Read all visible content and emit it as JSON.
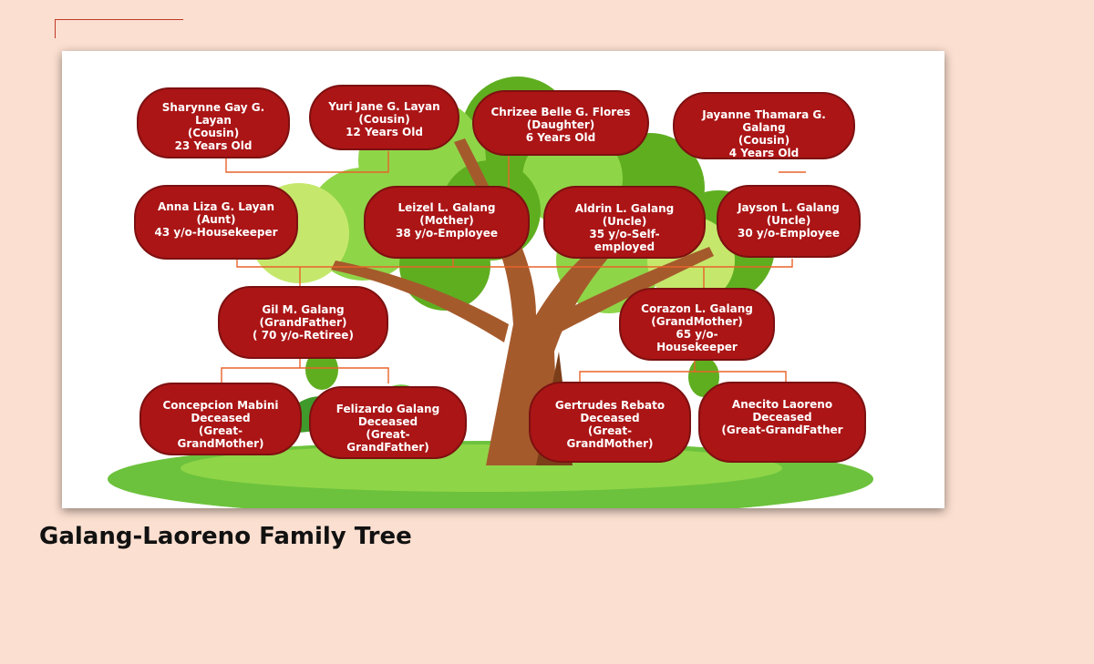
{
  "title": "Galang-Laoreno Family Tree",
  "colors": {
    "background": "#fbdfd0",
    "node_fill": "#ab1516",
    "node_border": "#7d1010",
    "connector": "#e8632b",
    "trunk": "#a55a2c",
    "foliage_dark": "#5fae20",
    "foliage_light": "#c5e86c",
    "grass": "#6cc23c"
  },
  "nodes": {
    "sharynne": {
      "name": "Sharynne Gay G.",
      "name2": "Layan",
      "relation": "(Cousin)",
      "detail": "23 Years Old"
    },
    "yuri": {
      "name": "Yuri Jane G. Layan",
      "relation": "(Cousin)",
      "detail": "12 Years Old"
    },
    "chrizee": {
      "name": "Chrizee Belle G. Flores",
      "relation": "(Daughter)",
      "detail": "6 Years Old"
    },
    "jayanne": {
      "name": "Jayanne Thamara G.",
      "name2": "Galang",
      "relation": "(Cousin)",
      "detail": "4 Years Old"
    },
    "anna": {
      "name": "Anna Liza G. Layan",
      "relation": "(Aunt)",
      "detail": "43 y/o-Housekeeper"
    },
    "leizel": {
      "name": "Leizel L. Galang",
      "relation": "(Mother)",
      "detail": "38 y/o-Employee"
    },
    "aldrin": {
      "name": "Aldrin L. Galang",
      "relation": "(Uncle)",
      "detail": "35 y/o-Self-",
      "detail2": "employed"
    },
    "jayson": {
      "name": "Jayson L. Galang",
      "relation": "(Uncle)",
      "detail": "30 y/o-Employee"
    },
    "gil": {
      "name": "Gil M. Galang",
      "relation": "(GrandFather)",
      "detail": "( 70 y/o-Retiree)"
    },
    "corazon": {
      "name": "Corazon L. Galang",
      "relation": "(GrandMother)",
      "detail": "65 y/o-",
      "detail2": "Housekeeper"
    },
    "concepcion": {
      "name": "Concepcion Mabini",
      "relation": "Deceased",
      "detail": "(Great-",
      "detail2": "GrandMother)"
    },
    "felizardo": {
      "name": "Felizardo Galang",
      "relation": "Deceased",
      "detail": "(Great-",
      "detail2": "GrandFather)"
    },
    "gertrudes": {
      "name": "Gertrudes Rebato",
      "relation": "Deceased",
      "detail": "(Great-",
      "detail2": "GrandMother)"
    },
    "anecito": {
      "name": "Anecito Laoreno",
      "relation": "Deceased",
      "detail": "(Great-GrandFather"
    }
  }
}
